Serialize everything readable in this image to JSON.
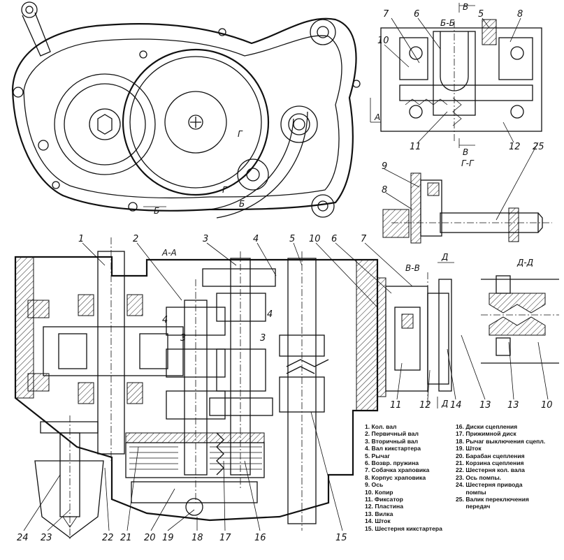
{
  "sections": {
    "top_a_mark": "А",
    "b_b": "Б-Б",
    "b_mark": "Б",
    "v_mark": "В",
    "g_g": "Г-Г",
    "g_mark": "Г",
    "a_a": "А-А",
    "v_v": "В-В",
    "d_mark": "Д",
    "d_d": "Д-Д"
  },
  "callouts": {
    "top": [
      "7",
      "6",
      "5",
      "8",
      "10",
      "11",
      "12",
      "25",
      "9",
      "8"
    ],
    "main": [
      "1",
      "2",
      "3",
      "4",
      "5",
      "10",
      "6",
      "7"
    ],
    "bottom": [
      "24",
      "23",
      "22",
      "21",
      "20",
      "19",
      "18",
      "17",
      "16",
      "15"
    ],
    "right": [
      "11",
      "12",
      "14",
      "13",
      "13",
      "10"
    ],
    "side": [
      "3",
      "3",
      "4",
      "4"
    ]
  },
  "legend": {
    "left_column": [
      "1. Кол. вал",
      "2. Первичный вал",
      "3. Вторичный вал",
      "4. Вал кикстартера",
      "5. Рычаг",
      "6. Возвр. пружина",
      "7. Собачка храповика",
      "8. Корпус храповика",
      "9. Ось",
      "10. Копир",
      "11. Фиксатор",
      "12. Пластина",
      "13. Вилка",
      "14. Шток",
      "15. Шестерня кикстартера"
    ],
    "right_column": [
      "16. Диски сцепления",
      "17. Прижимной диск",
      "18. Рычаг выключения сцепл.",
      "19. Шток",
      "20. Барабан сцепления",
      "21. Корзина сцепления",
      "22. Шестерня кол. вала",
      "23. Ось помпы.",
      "24. Шестерня привода",
      "      помпы",
      "25. Валик переключения",
      "      передач"
    ]
  }
}
